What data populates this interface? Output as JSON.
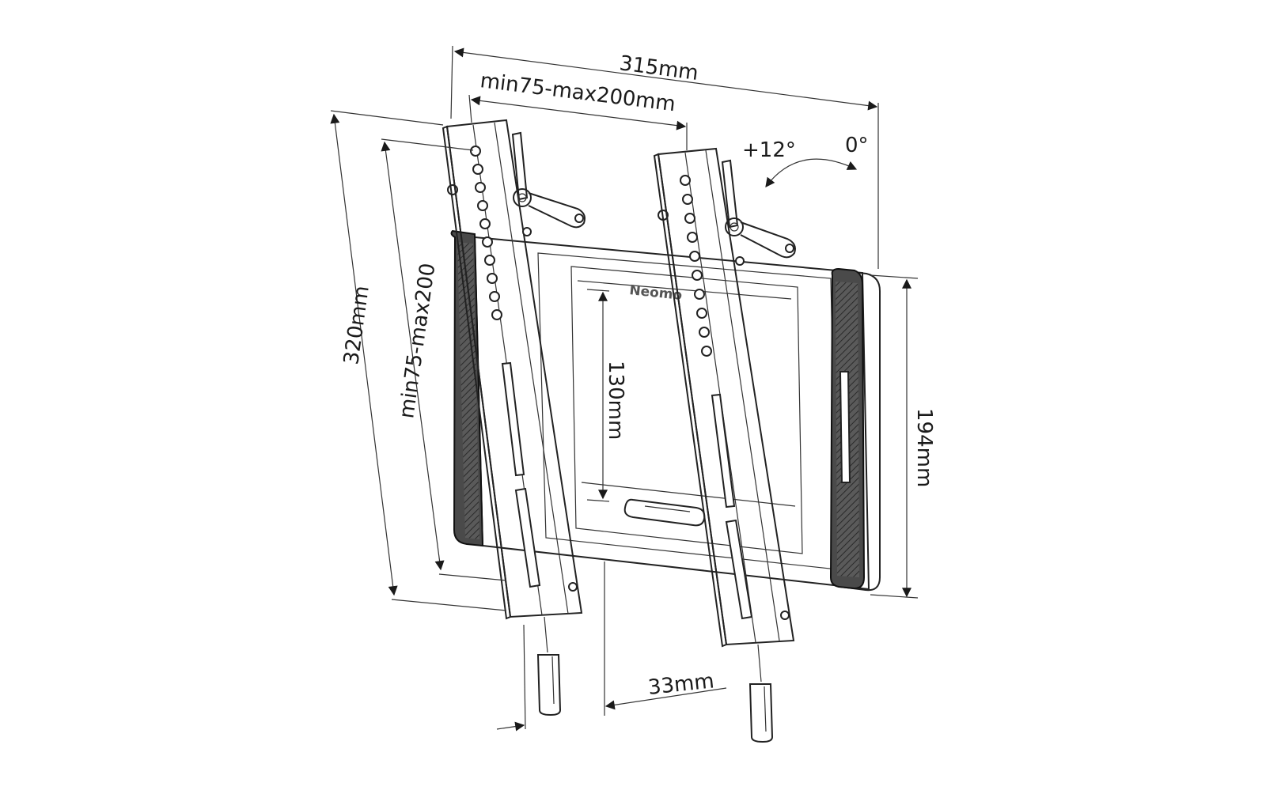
{
  "diagram": {
    "brand_mark": "Neomo",
    "dimensions": {
      "overall_width": "315mm",
      "vesa_horizontal": "min75-max200mm",
      "overall_height": "320mm",
      "vesa_vertical": "min75-max200",
      "inner_height": "130mm",
      "plate_height": "194mm",
      "depth": "33mm"
    },
    "tilt": {
      "forward": "+12°",
      "neutral": "0°"
    }
  }
}
